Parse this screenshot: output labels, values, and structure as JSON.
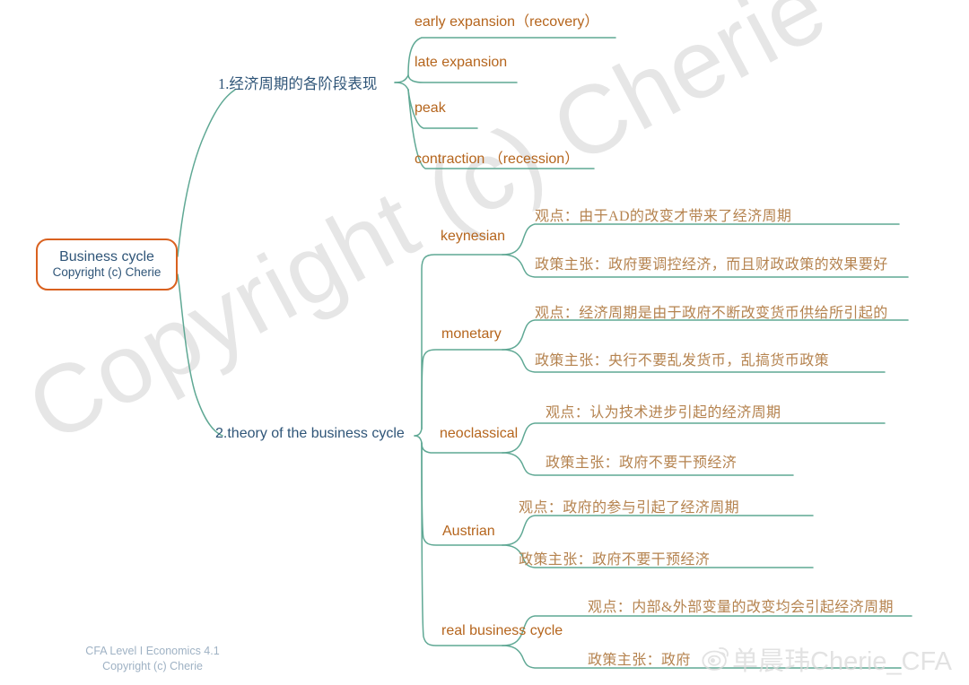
{
  "document": {
    "title": "Business cycle mind map",
    "background_color": "#ffffff",
    "branch_line_color": "#5fa894",
    "root_border_color": "#d9611f",
    "root_text_color": "#2f5578",
    "level1_text_color": "#2f5578",
    "level2_text_color": "#b5651d",
    "level3_text_color": "#b5834f",
    "watermark_color": "#e6e6e6"
  },
  "watermark": {
    "diagonal_text": "Copyright (c) Cherie",
    "weibo_name": "单晨玮Cherie_CFA",
    "weibo_icon": "weibo-eye-icon"
  },
  "root": {
    "title": "Business cycle",
    "subtitle": "Copyright (c) Cherie"
  },
  "footer": {
    "line1": "CFA Level I Economics 4.1",
    "line2": "Copyright (c) Cherie"
  },
  "branches": [
    {
      "id": "phases",
      "label": "1.经济周期的各阶段表现",
      "children": [
        {
          "label": "early expansion（recovery）"
        },
        {
          "label": "late expansion"
        },
        {
          "label": "peak"
        },
        {
          "label": "contraction （recession）"
        }
      ]
    },
    {
      "id": "theory",
      "label": "2.theory of the business cycle",
      "children": [
        {
          "label": "keynesian",
          "details": [
            "观点：由于AD的改变才带来了经济周期",
            "政策主张：政府要调控经济，而且财政政策的效果要好"
          ]
        },
        {
          "label": "monetary",
          "details": [
            "观点：经济周期是由于政府不断改变货币供给所引起的",
            "政策主张：央行不要乱发货币，乱搞货币政策"
          ]
        },
        {
          "label": "neoclassical",
          "details": [
            "观点：认为技术进步引起的经济周期",
            "政策主张：政府不要干预经济"
          ]
        },
        {
          "label": "Austrian",
          "details": [
            "观点：政府的参与引起了经济周期",
            "政策主张：政府不要干预经济"
          ]
        },
        {
          "label": "real business cycle",
          "details": [
            "观点：内部&外部变量的改变均会引起经济周期",
            "政策主张：政府"
          ]
        }
      ]
    }
  ]
}
